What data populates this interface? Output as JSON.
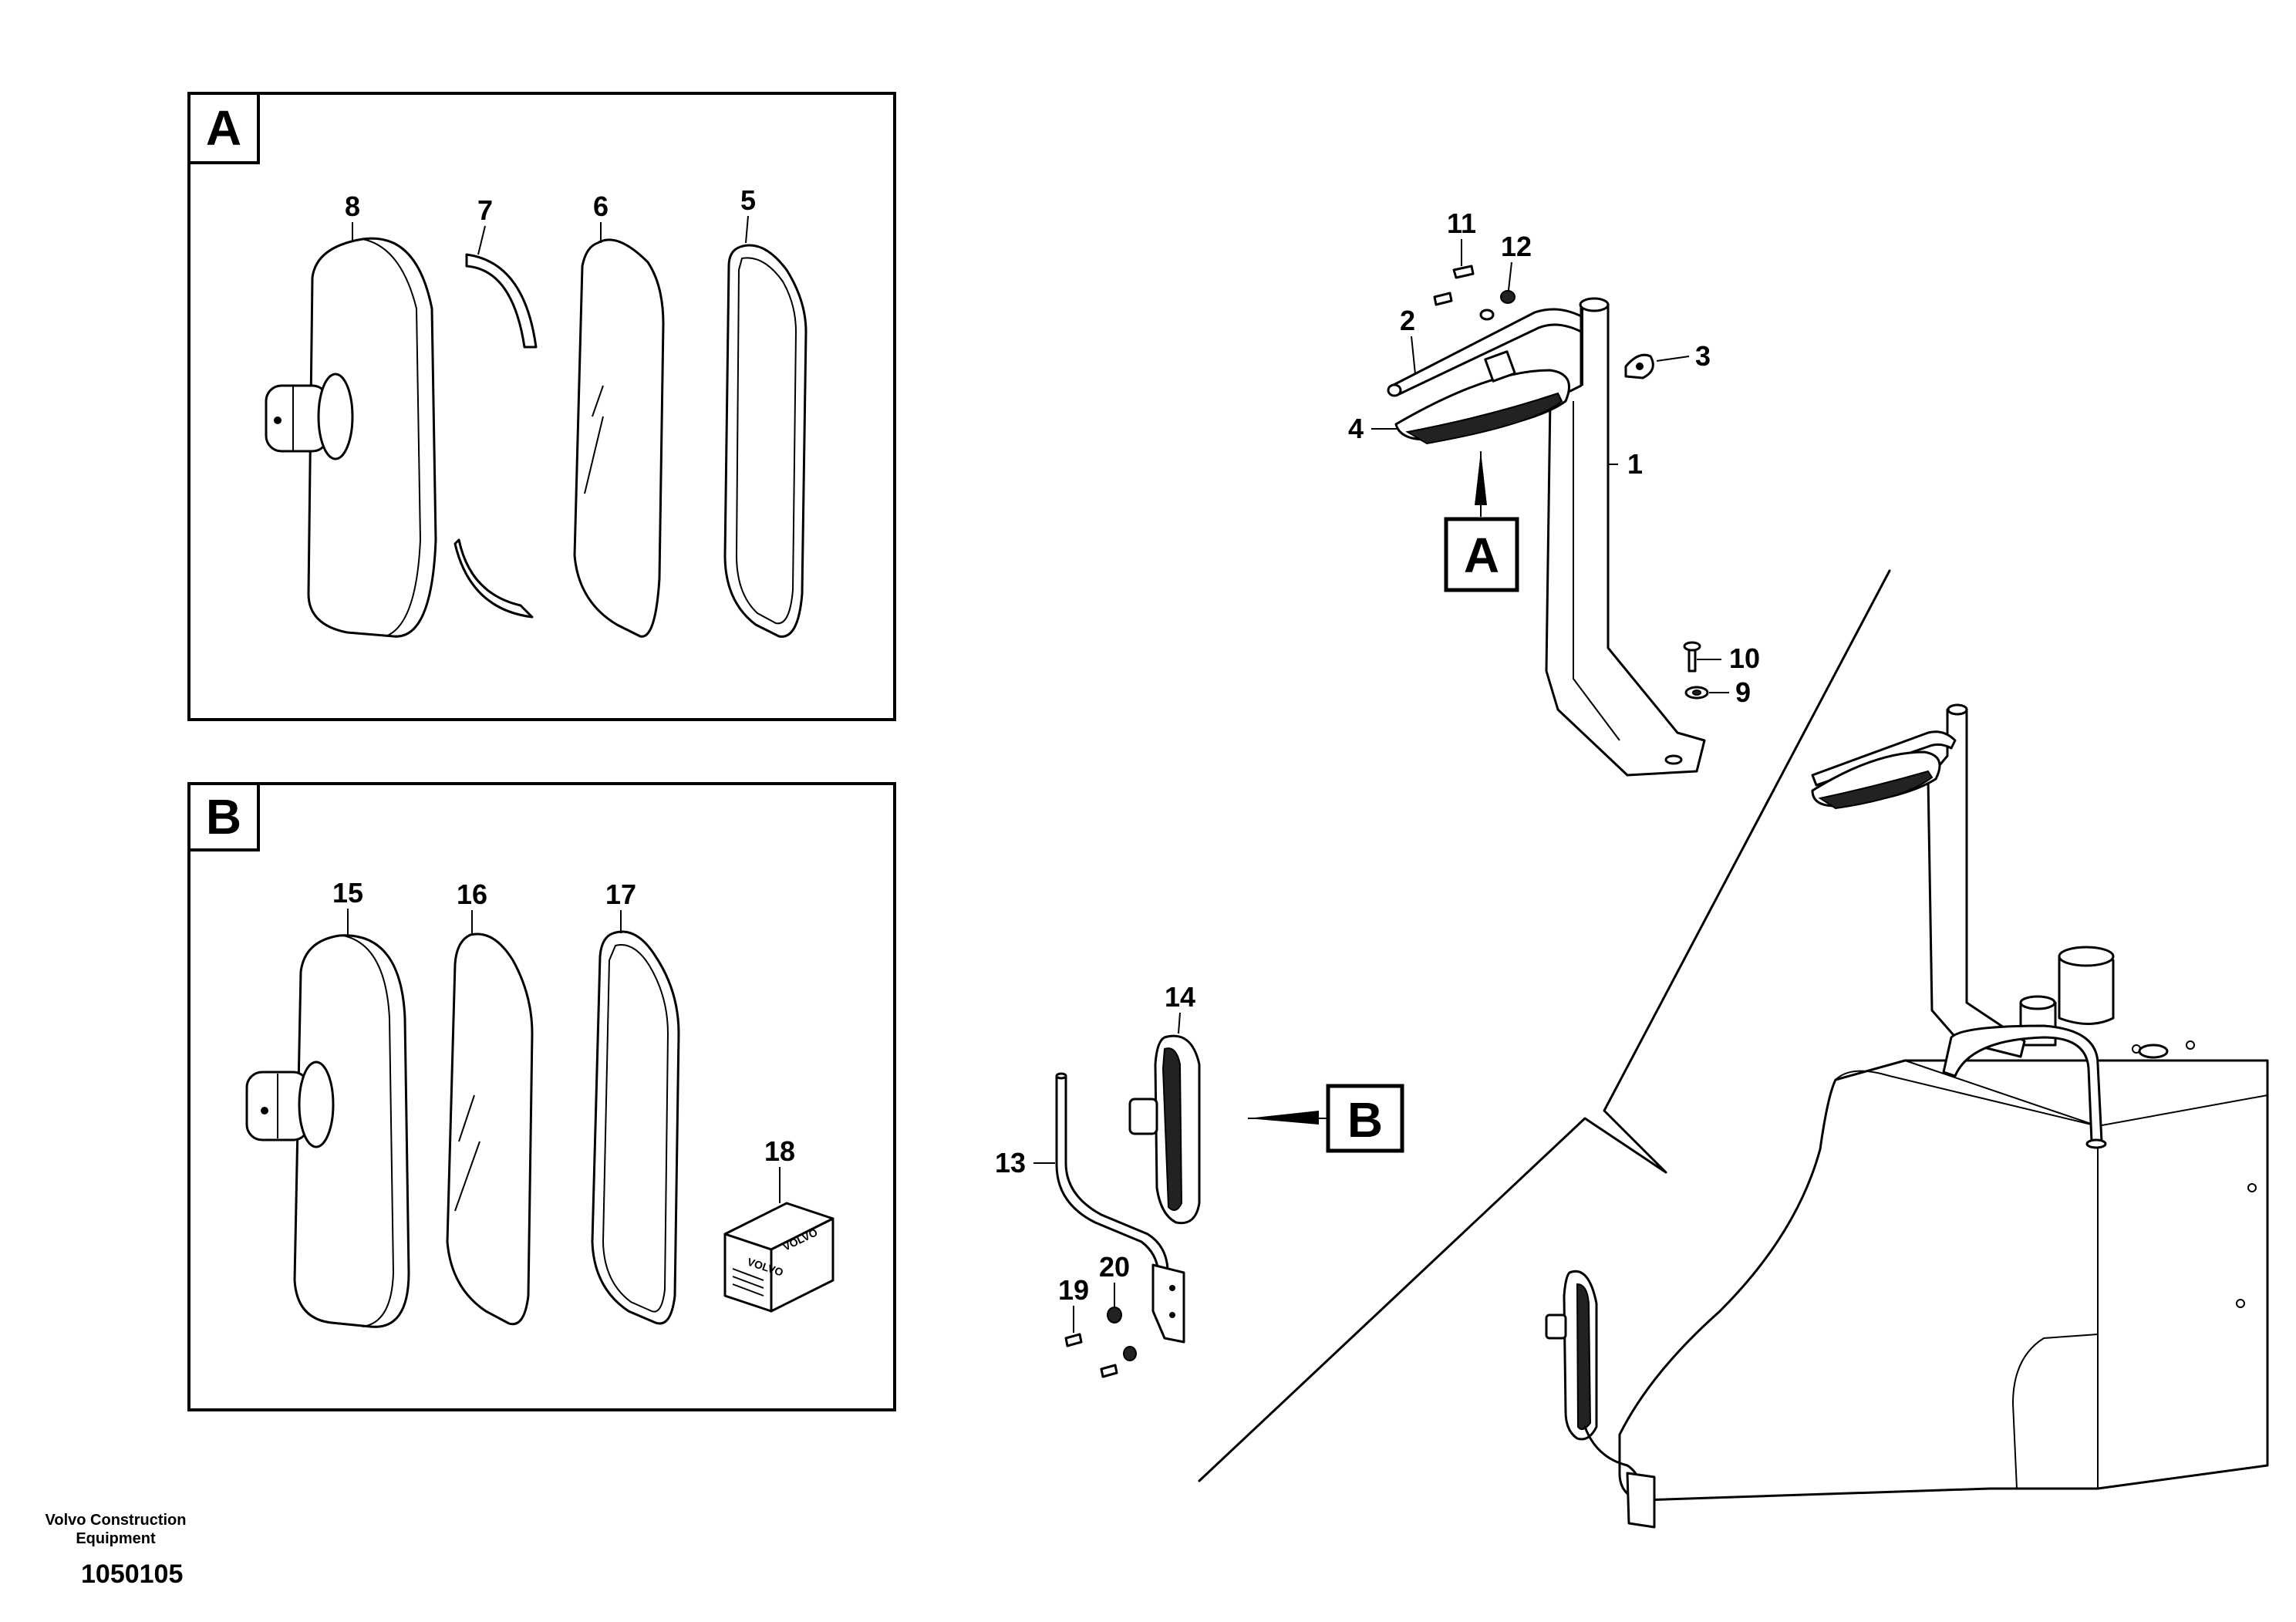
{
  "panels": {
    "A": {
      "label": "A"
    },
    "B": {
      "label": "B"
    }
  },
  "callouts": {
    "c1": "1",
    "c2": "2",
    "c3": "3",
    "c4": "4",
    "c5": "5",
    "c6": "6",
    "c7": "7",
    "c8": "8",
    "c9": "9",
    "c10": "10",
    "c11": "11",
    "c12": "12",
    "c13": "13",
    "c14": "14",
    "c15": "15",
    "c16": "16",
    "c17": "17",
    "c18": "18",
    "c19": "19",
    "c20": "20"
  },
  "view_refs": {
    "A": "A",
    "B": "B"
  },
  "kit_logo": "VOLVO",
  "footer": {
    "company_line1": "Volvo Construction",
    "company_line2": "Equipment",
    "diagram_number": "1050105"
  }
}
